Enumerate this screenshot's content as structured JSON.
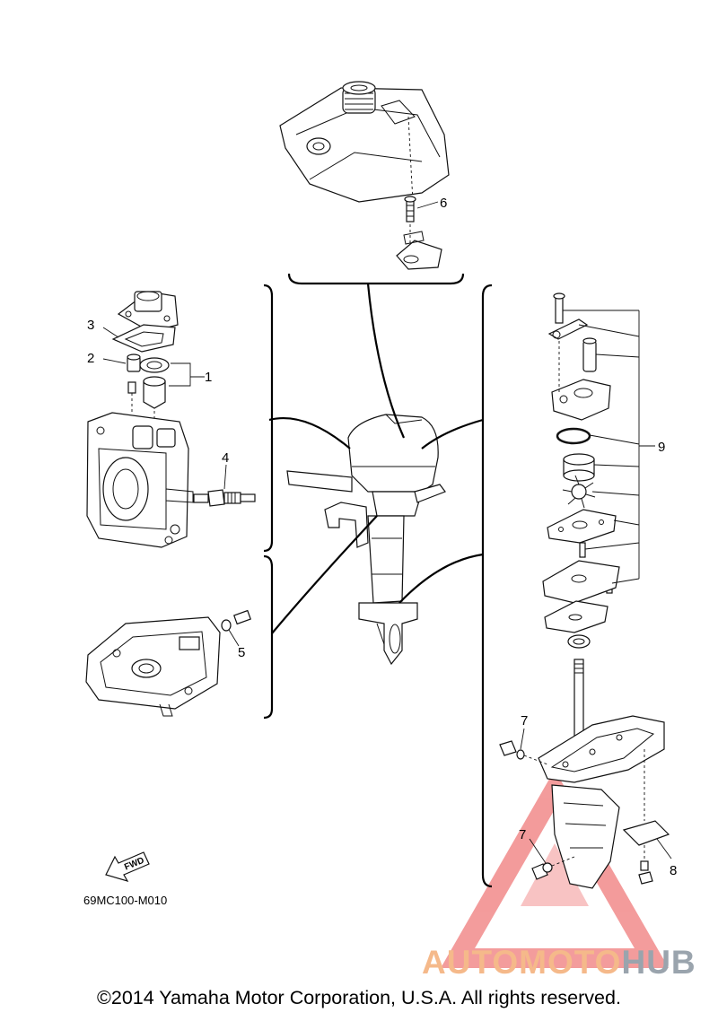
{
  "callouts": {
    "c1": "1",
    "c2": "2",
    "c3": "3",
    "c4": "4",
    "c5": "5",
    "c6": "6",
    "c7a": "7",
    "c7b": "7",
    "c8": "8",
    "c9": "9"
  },
  "fwd_label": "FWD",
  "diagram_code": "69MC100-M010",
  "copyright": "©2014 Yamaha Motor Corporation, U.S.A. All rights reserved.",
  "watermark": {
    "part1": "AUTOMOTO",
    "part2": "HUB"
  },
  "colors": {
    "line": "#111111",
    "watermark_red": "#e8393a",
    "watermark_orange": "#f5b98a",
    "watermark_gray": "#9aa4ad"
  }
}
